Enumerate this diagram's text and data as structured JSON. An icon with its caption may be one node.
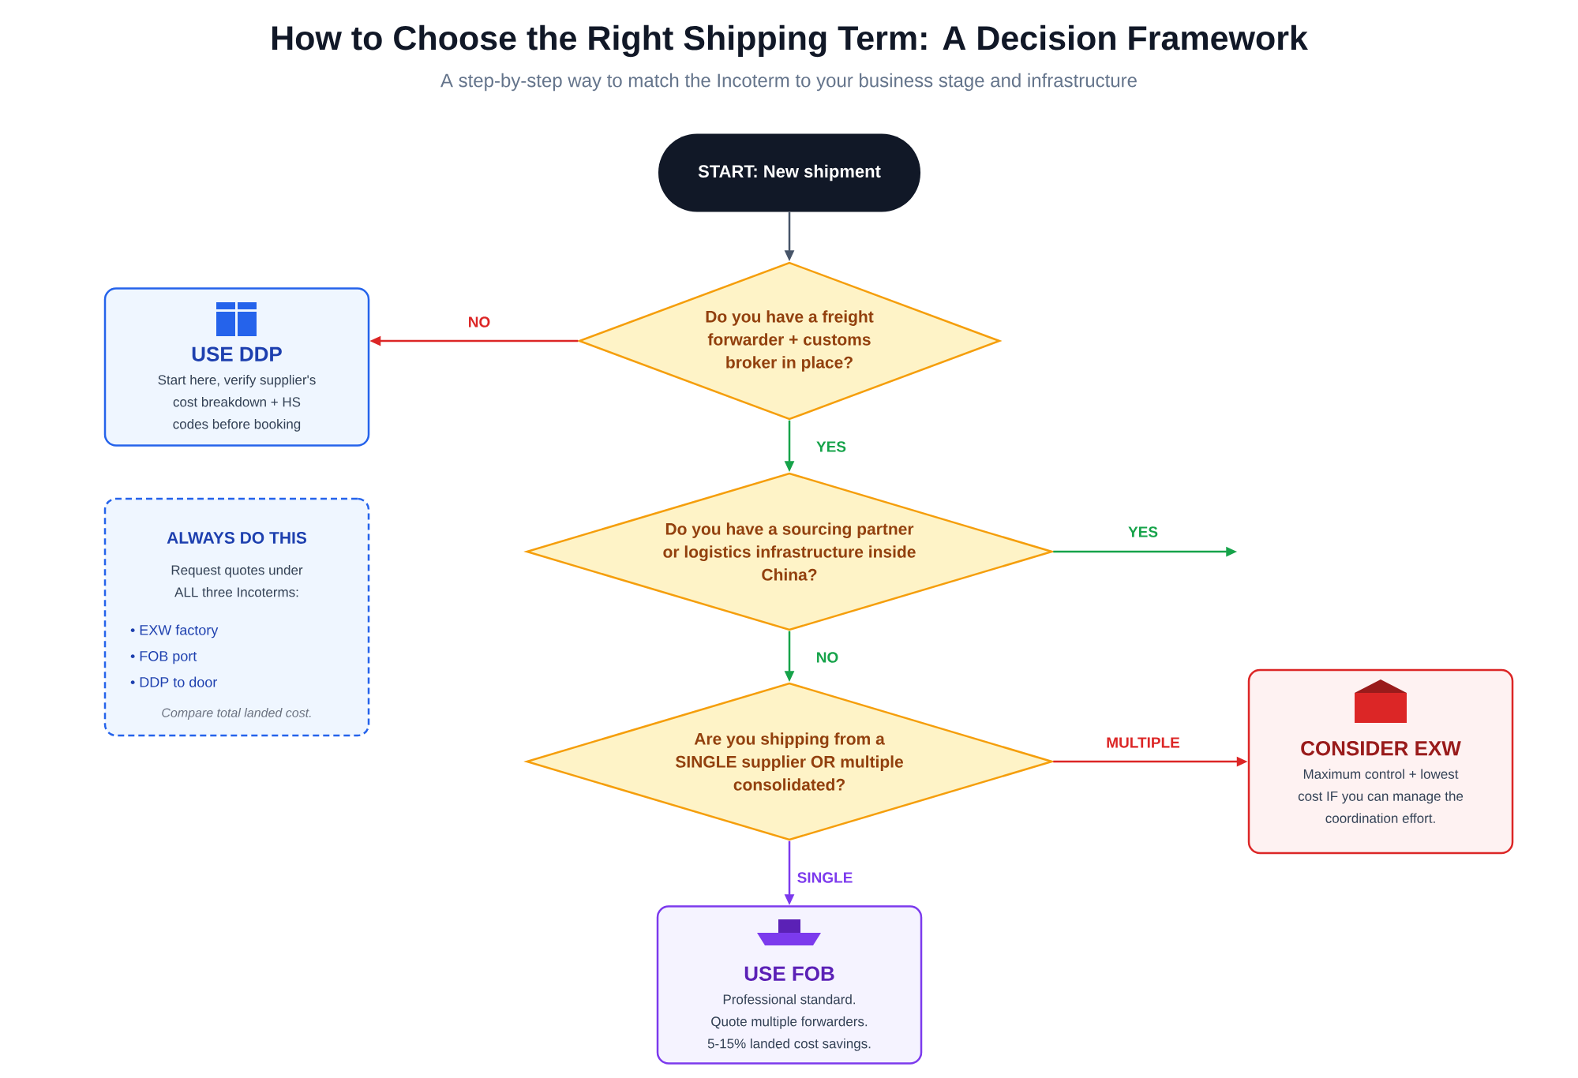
{
  "diagram": {
    "title": "How to Choose the Right Shipping Term: A Decision Framework",
    "nodes": [
      {
        "text": [
          "START: New shipment"
        ]
      },
      {
        "text": [
          "Do you have a freight forwarder + customs broker in place?"
        ]
      },
      {
        "text": [
          "USE DDP",
          "Start here, verify supplier's cost breakdown + HS codes before booking"
        ]
      },
      {
        "text": [
          "Do you have a sourcing partner or logistics infrastructure inside China?"
        ]
      },
      {
        "text": [
          "ALWAYS DO THIS",
          "Request quotes under ALL three Incoterms:",
          "• EXW factory",
          "• FOB port",
          "• DDP to door",
          "Compare total landed cost."
        ]
      },
      {
        "text": [
          "Are you shipping from a SINGLE supplier OR multiple consolidated?"
        ]
      },
      {
        "text": [
          "CONSIDER EXW",
          "Maximum control + lowest cost IF you can manage the coordination effort."
        ]
      },
      {
        "text": [
          "USE FOB",
          "Professional standard. Quote multiple forwarders. 5-15% landed cost savings."
        ]
      }
    ],
    "edges": [
      {
        "from": 0,
        "to": 1,
        "arrow": "to",
        "color": "#475569"
      },
      {
        "from": 1,
        "to": 2,
        "arrow": "to",
        "label": "NO",
        "color": "#dc2626"
      },
      {
        "from": 1,
        "to": 3,
        "arrow": "to",
        "label": "YES",
        "color": "#16a34a"
      },
      {
        "from": 3,
        "to": null,
        "arrow": "to",
        "label": "YES",
        "color": "#16a34a"
      },
      {
        "from": 3,
        "to": 5,
        "arrow": "to",
        "label": "NO",
        "color": "#16a34a"
      },
      {
        "from": 5,
        "to": 6,
        "arrow": "to",
        "label": "MULTIPLE",
        "color": "#dc2626"
      },
      {
        "from": 5,
        "to": 7,
        "arrow": "to",
        "label": "SINGLE",
        "color": "#7c3aed"
      }
    ],
    "labels": [
      "A step-by-step way to match the Incoterm to your business stage and infrastructure"
    ]
  }
}
